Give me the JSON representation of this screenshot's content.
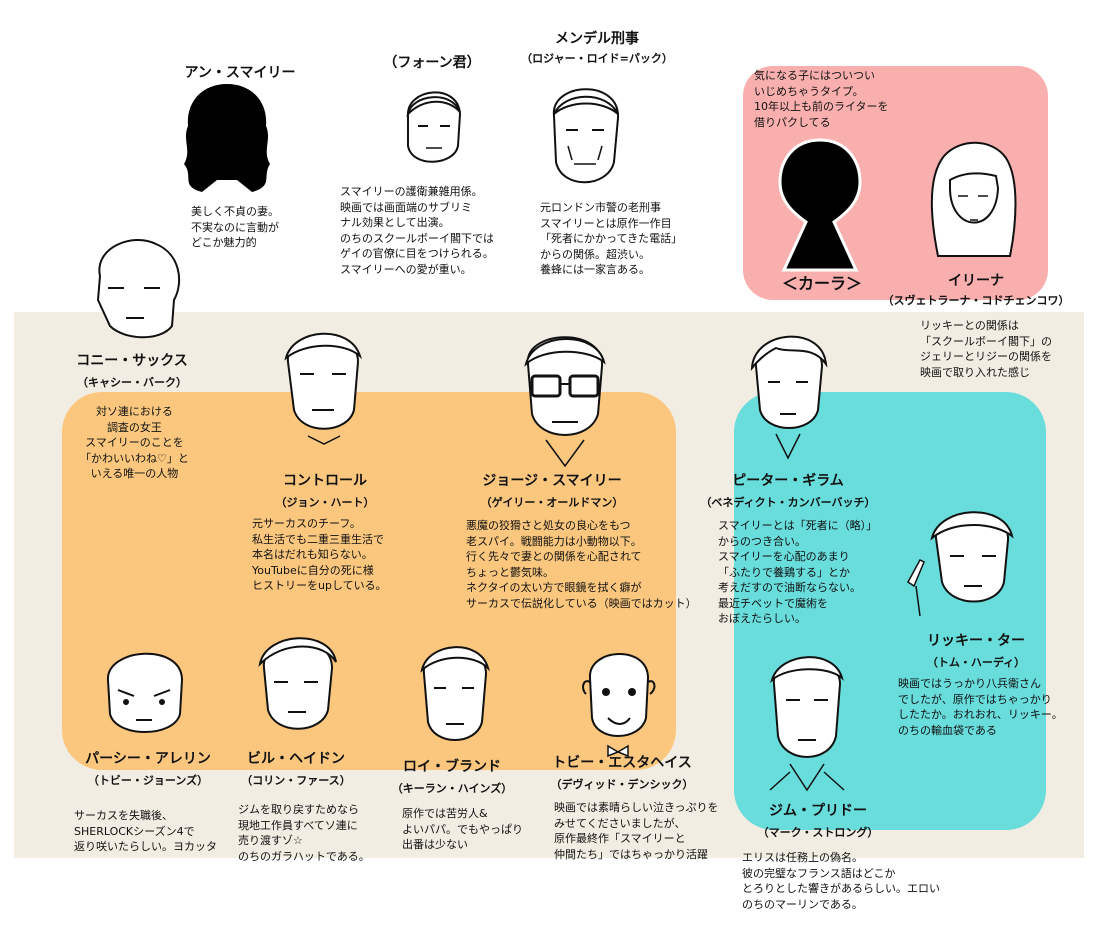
{
  "characters": {
    "ann": {
      "name": "アン・スマイリー",
      "desc": "美しく不貞の妻。\n不実なのに言動が\nどこか魅力的"
    },
    "fawn": {
      "name": "（フォーン君）",
      "desc": "スマイリーの護衛兼雑用係。\n映画では画面端のサブリミ\nナル効果として出演。\nのちのスクールボーイ閣下では\nゲイの官僚に目をつけられる。\nスマイリーへの愛が重い。"
    },
    "mendel": {
      "name": "メンデル刑事",
      "actor": "（ロジャー・ロイド=パック）",
      "desc": "元ロンドン市警の老刑事\nスマイリーとは原作一作目\n「死者にかかってきた電話」\nからの関係。超渋い。\n養蜂には一家言ある。"
    },
    "karla": {
      "name": "＜カーラ＞",
      "desc": "気になる子にはついつい\nいじめちゃうタイプ。\n10年以上も前のライターを\n借りパクしてる"
    },
    "irina": {
      "name": "イリーナ",
      "actor": "（スヴェトラーナ・コドチェンコワ）",
      "desc": "リッキーとの関係は\n「スクールボーイ閣下」の\nジェリーとリジーの関係を\n映画で取り入れた感じ"
    },
    "connie": {
      "name": "コニー・サックス",
      "actor": "（キャシー・バーク）",
      "desc": "対ソ連における\n調査の女王\nスマイリーのことを\n「かわいいわね♡」と\nいえる唯一の人物"
    },
    "control": {
      "name": "コントロール",
      "actor": "（ジョン・ハート）",
      "desc": "元サーカスのチーフ。\n私生活でも二重三重生活で\n本名はだれも知らない。\nYouTubeに自分の死に様\nヒストリーをupしている。"
    },
    "george": {
      "name": "ジョージ・スマイリー",
      "actor": "（ゲイリー・オールドマン）",
      "desc": "悪魔の狡猾さと処女の良心をもつ\n老スパイ。戦闘能力は小動物以下。\n行く先々で妻との関係を心配されて\nちょっと鬱気味。\nネクタイの太い方で眼鏡を拭く癖が\nサーカスで伝説化している（映画ではカット）"
    },
    "peter": {
      "name": "ピーター・ギラム",
      "actor": "（ベネディクト・カンバーバッチ）",
      "desc": "スマイリーとは「死者に（略）」\nからのつき合い。\nスマイリーを心配のあまり\n「ふたりで養鶏する」とか\n考えだすので油断ならない。\n最近チベットで魔術を\nおぼえたらしい。"
    },
    "ricki": {
      "name": "リッキー・ター",
      "actor": "（トム・ハーディ）",
      "desc": "映画ではうっかり八兵衛さん\nでしたが、原作ではちゃっかり\nしたたか。おれおれ、リッキー。\nのちの輸血袋である"
    },
    "percy": {
      "name": "パーシー・アレリン",
      "actor": "（トビー・ジョーンズ）",
      "desc": "サーカスを失職後、\nSHERLOCKシーズン4で\n返り咲いたらしい。ヨカッタ"
    },
    "bill": {
      "name": "ビル・ヘイドン",
      "actor": "（コリン・ファース）",
      "desc": "ジムを取り戻すためなら\n現地工作員すべてソ連に\n売り渡すゾ☆\nのちのガラハットである。"
    },
    "roy": {
      "name": "ロイ・ブランド",
      "actor": "（キーラン・ハインズ）",
      "desc": "原作では苦労人&\nよいパパ。でもやっぱり\n出番は少ない"
    },
    "toby": {
      "name": "トビー・エスタヘイス",
      "actor": "（デヴィッド・デンシック）",
      "desc": "映画では素晴らしい泣きっぷりを\nみせてくださいましたが、\n原作最終作「スマイリーと\n仲間たち」ではちゃっかり活躍"
    },
    "jim": {
      "name": "ジム・プリドー",
      "actor": "（マーク・ストロング）",
      "desc": "エリスは任務上の偽名。\n彼の完璧なフランス語はどこか\nとろりとした響きがあるらしい。エロい\nのちのマーリンである。"
    }
  }
}
